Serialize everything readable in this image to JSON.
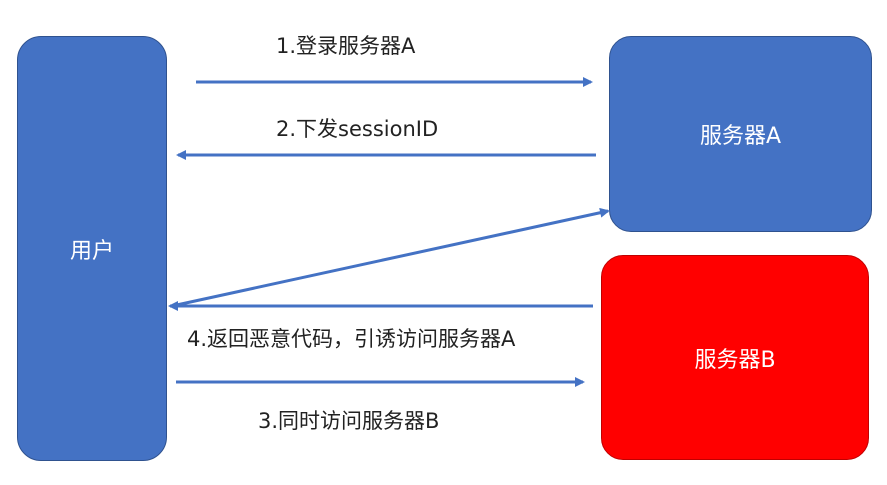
{
  "colors": {
    "node_blue": "#4472c4",
    "node_red": "#ff0000",
    "arrow": "#4472c4",
    "text_on_node": "#ffffff",
    "label_text": "#222222"
  },
  "nodes": {
    "user": "用户",
    "server_a": "服务器A",
    "server_b": "服务器B"
  },
  "steps": {
    "step1": "1.登录服务器A",
    "step2": "2.下发sessionID",
    "step3": "3.同时访问服务器B",
    "step4": "4.返回恶意代码，引诱访问服务器A"
  }
}
